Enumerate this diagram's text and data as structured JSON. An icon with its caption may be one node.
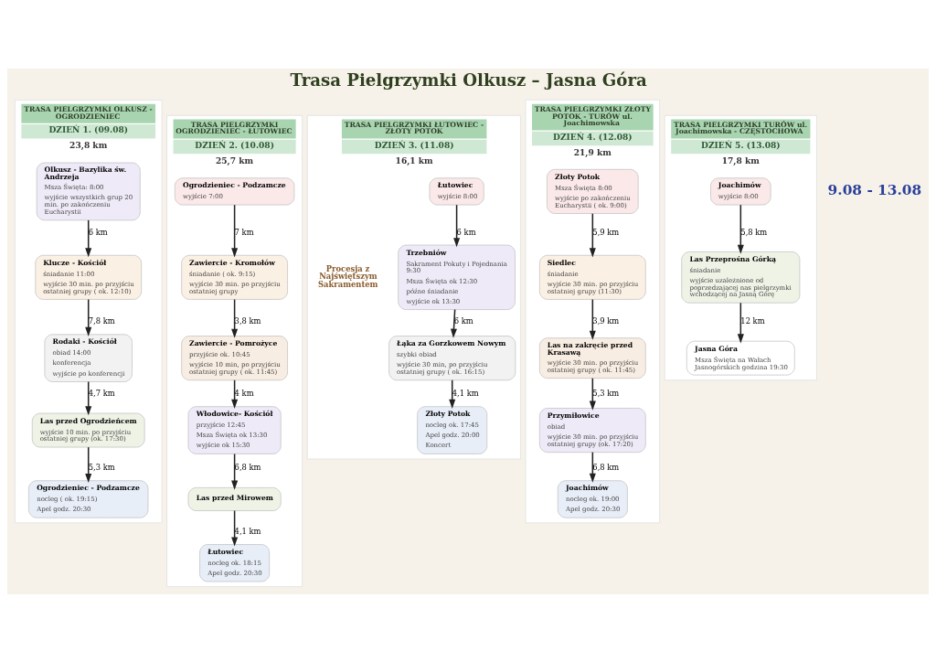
{
  "diagram": {
    "title": "Trasa Pielgrzymki Olkusz – Jasna Góra",
    "nodes": [
      {
        "text": [
          "TRASA PIELGRZYMKI OLKUSZ - OGRODZIENIEC",
          "DZIEŃ 1. (09.08)",
          "23,8 km"
        ]
      },
      {
        "text": [
          "Olkusz - Bazylika św. Andrzeja",
          "Msza Święta: 8:00",
          "wyjście wszystkich grup 20 min. po zakończeniu Eucharystii"
        ],
        "in": 0
      },
      {
        "text": [
          "Klucze - Kościół",
          "śniadanie 11:00",
          "wyjście 30 min. po przyjściu ostatniej grupy ( ok. 12:10)"
        ],
        "in": 0
      },
      {
        "text": [
          "Rodaki - Kościół",
          "obiad 14:00",
          "konferencja",
          "wyjście po konferencji"
        ],
        "in": 0
      },
      {
        "text": [
          "Las przed Ogrodzieńcem",
          "wyjście 10 min. po przyjściu ostatniej grupy (ok. 17:30)"
        ],
        "in": 0
      },
      {
        "text": [
          "Ogrodzieniec - Podzamcze",
          "nocleg ( ok. 19:15)",
          "Apel godz. 20:30"
        ],
        "in": 0
      },
      {
        "text": [
          "TRASA PIELGRZYMKI OGRODZIENIEC - ŁUTOWIEC",
          "DZIEŃ 2. (10.08)",
          "25,7 km"
        ]
      },
      {
        "text": [
          "Ogrodzieniec - Podzamcze",
          "wyjście 7:00"
        ],
        "in": 6
      },
      {
        "text": [
          "Zawiercie - Kromołów",
          "śniadanie ( ok. 9:15)",
          "wyjście 30 min. po przyjściu ostatniej grupy"
        ],
        "in": 6
      },
      {
        "text": [
          "Zawiercie - Pomrożyce",
          "przyjście ok. 10:45",
          "wyjście 10 min, po przyjściu ostatniej grupy ( ok. 11:45)"
        ],
        "in": 6
      },
      {
        "text": [
          "Włodowice- Kościół",
          "przyjście 12:45",
          "Msza Święta ok 13:30",
          "wyjście ok 15:30"
        ],
        "in": 6
      },
      {
        "text": [
          "Las przed Mirowem"
        ],
        "in": 6
      },
      {
        "text": [
          "Łutowiec",
          "nocleg ok. 18:15",
          "Apel godz. 20:30"
        ],
        "in": 6
      },
      {
        "text": [
          "TRASA PIELGRZYMKI ŁUTOWIEC - ZŁOTY POTOK",
          "DZIEŃ 3. (11.08)",
          "16,1 km"
        ]
      },
      {
        "text": [
          "Łutowiec",
          "wyjście 8:00"
        ],
        "in": 13
      },
      {
        "text": [
          "Trzebniów",
          "Sakrament Pokuty i Pojednania 9:30",
          "Msza Święta ok 12:30",
          "późne śniadanie",
          "wyjście ok 13:30"
        ],
        "beside": [
          "Procesja z Najświętszym Sakramentem"
        ],
        "in": 13
      },
      {
        "text": [
          "Łąka za Gorzkowem Nowym",
          "szybki obiad",
          "wyjście 30 min, po przyjściu ostatniej grupy ( ok. 16:15)"
        ],
        "in": 13
      },
      {
        "text": [
          "Złoty Potok",
          "nocleg ok. 17:45",
          "Apel godz. 20:00",
          "Koncert"
        ],
        "in": 13
      },
      {
        "text": [
          "TRASA PIELGRZYMKI ZŁOTY POTOK - TURÓW ul. Joachimowska",
          "DZIEŃ 4. (12.08)",
          "21,9 km"
        ]
      },
      {
        "text": [
          "Złoty Potok",
          "Msza Święta 8:00",
          "wyjście po zakończeniu Eucharystii ( ok. 9:00)"
        ],
        "in": 18
      },
      {
        "text": [
          "Siedlec",
          "śniadanie",
          "wyjście 30 min. po przyjściu ostatniej grupy (11:30)"
        ],
        "in": 18
      },
      {
        "text": [
          "Las na zakręcie przed Krasawą",
          "wyjście 30 min. po przyjściu ostatniej grupy ( ok. 11:45)"
        ],
        "in": 18
      },
      {
        "text": [
          "Przymiłowice",
          "obiad",
          "wyjście 30 min. po przyjściu ostatniej grupy (ok. 17:20)"
        ],
        "in": 18
      },
      {
        "text": [
          "Joachimów",
          "nocleg ok. 19:00",
          "Apel godz. 20:30"
        ],
        "in": 18
      },
      {
        "text": [
          "TRASA PIELGRZYMKI TURÓW ul. Joachimowska - CZĘSTOCHOWA",
          "DZIEŃ 5. (13.08)",
          "17,8 km"
        ]
      },
      {
        "text": [
          "Joachimów",
          "wyjście 8:00"
        ],
        "in": 24
      },
      {
        "text": [
          "Las Przeprośna Górką",
          "śniadanie",
          "wyjście uzależnione od poprzedzającej nas pielgrzymki wchodzącej na Jasną Górę"
        ],
        "in": 24
      },
      {
        "text": [
          "Jasna Góra",
          "Msza Święta na Wałach Jasnogórskich godzina 19:30"
        ],
        "in": 24
      }
    ],
    "edges": [
      {
        "from": 1,
        "to": 2,
        "arrow": "to",
        "label": "6 km"
      },
      {
        "from": 2,
        "to": 3,
        "arrow": "to",
        "label": "7,8 km"
      },
      {
        "from": 3,
        "to": 4,
        "arrow": "to",
        "label": "4,7 km"
      },
      {
        "from": 4,
        "to": 5,
        "arrow": "to",
        "label": "5,3 km"
      },
      {
        "from": 7,
        "to": 8,
        "arrow": "to",
        "label": "7 km"
      },
      {
        "from": 8,
        "to": 9,
        "arrow": "to",
        "label": "3,8 km"
      },
      {
        "from": 9,
        "to": 10,
        "arrow": "to",
        "label": "4 km"
      },
      {
        "from": 10,
        "to": 11,
        "arrow": "to",
        "label": "6,8 km"
      },
      {
        "from": 11,
        "to": 12,
        "arrow": "to",
        "label": "4,1 km"
      },
      {
        "from": 14,
        "to": 15,
        "arrow": "to",
        "label": "6 km"
      },
      {
        "from": 15,
        "to": 16,
        "arrow": "to",
        "label": "6 km"
      },
      {
        "from": 16,
        "to": 17,
        "arrow": "to",
        "label": "4,1 km"
      },
      {
        "from": 19,
        "to": 20,
        "arrow": "to",
        "label": "5,9 km"
      },
      {
        "from": 20,
        "to": 21,
        "arrow": "to",
        "label": "3,9 km"
      },
      {
        "from": 21,
        "to": 22,
        "arrow": "to",
        "label": "5,3 km"
      },
      {
        "from": 22,
        "to": 23,
        "arrow": "to",
        "label": "6,8 km"
      },
      {
        "from": 25,
        "to": 26,
        "arrow": "to",
        "label": "5,8 km"
      },
      {
        "from": 26,
        "to": 27,
        "arrow": "to",
        "label": "12 km"
      }
    ],
    "labels": [
      "9.08 - 13.08"
    ]
  }
}
